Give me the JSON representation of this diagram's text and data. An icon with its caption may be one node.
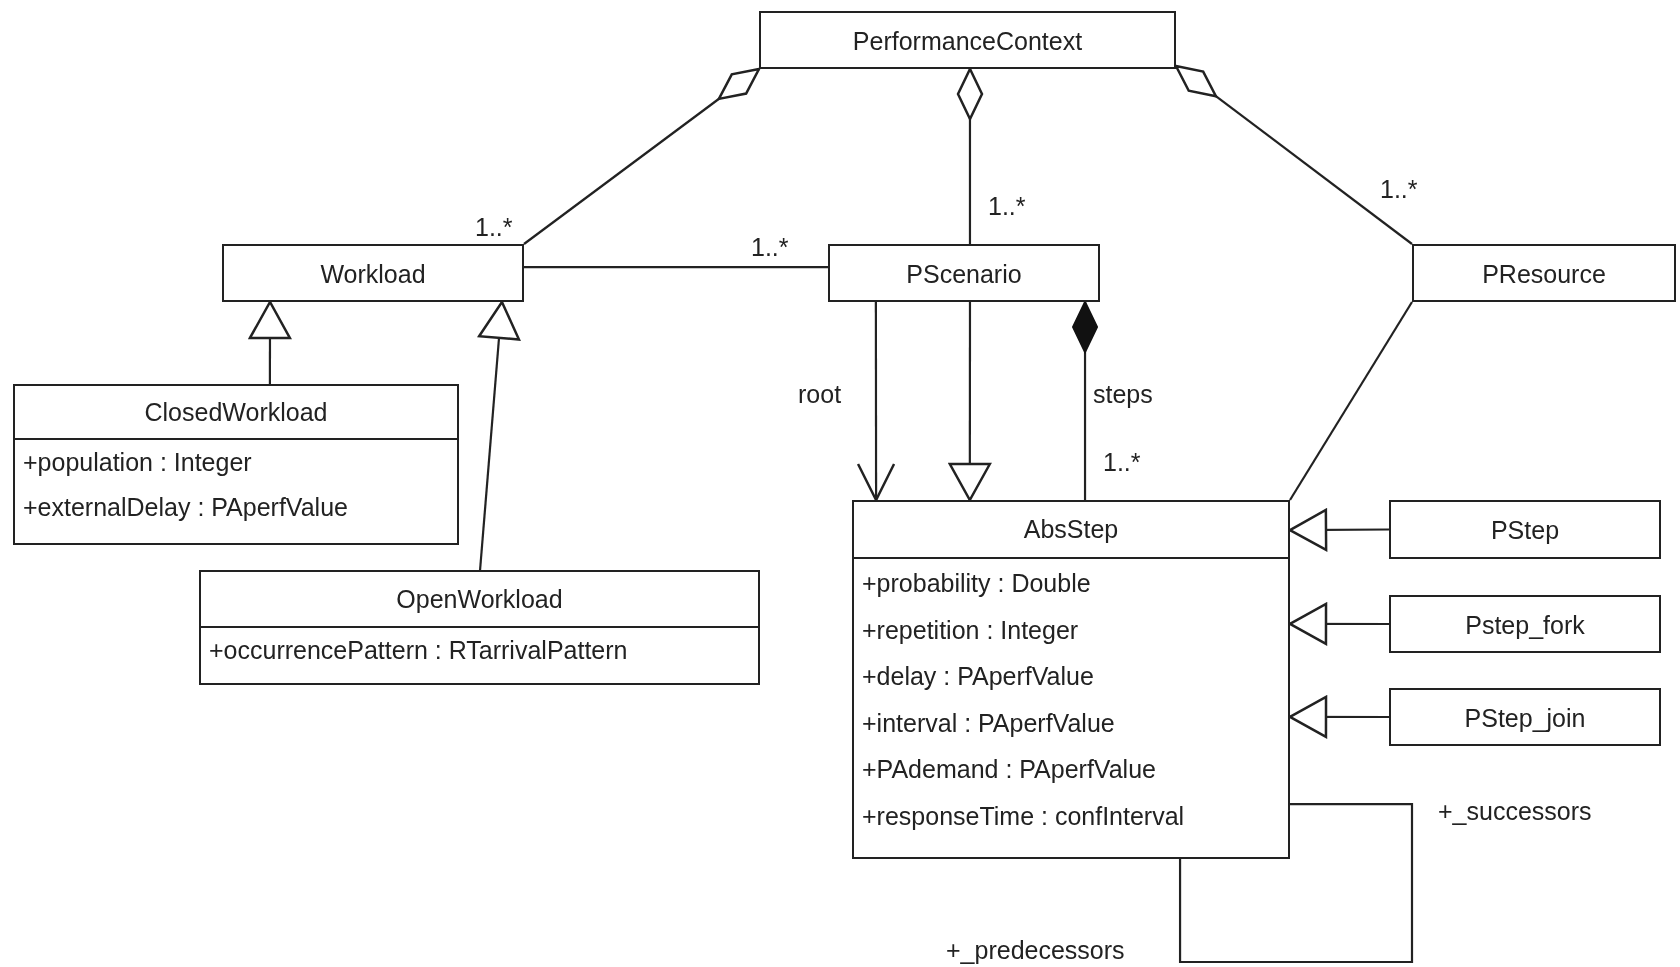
{
  "diagram": {
    "nodes": [
      {
        "text": [
          "PerformanceContext"
        ]
      },
      {
        "text": [
          "Workload"
        ]
      },
      {
        "text": [
          "PScenario"
        ]
      },
      {
        "text": [
          "PResource"
        ]
      },
      {
        "text": [
          "ClosedWorkload",
          "+population : Integer",
          "+externalDelay : PAperfValue"
        ]
      },
      {
        "text": [
          "OpenWorkload",
          "+occurrencePattern : RTarrivalPattern"
        ]
      },
      {
        "text": [
          "AbsStep",
          "+probability : Double",
          "+repetition : Integer",
          "+delay : PAperfValue",
          "+interval : PAperfValue",
          "+PAdemand : PAperfValue",
          "+responseTime : confInterval"
        ]
      },
      {
        "text": [
          "PStep"
        ]
      },
      {
        "text": [
          "Pstep_fork"
        ]
      },
      {
        "text": [
          "PStep_join"
        ]
      }
    ],
    "edges": [
      {
        "from": 1,
        "to": 0,
        "arrow": "other",
        "label": "1..*"
      },
      {
        "from": 2,
        "to": 0,
        "arrow": "other",
        "label": "1..*"
      },
      {
        "from": 3,
        "to": 0,
        "arrow": "other",
        "label": "1..*"
      },
      {
        "from": 1,
        "to": 2,
        "arrow": "none",
        "label": "1..*"
      },
      {
        "from": 4,
        "to": 1,
        "arrow": "to"
      },
      {
        "from": 5,
        "to": 1,
        "arrow": "to"
      },
      {
        "from": 2,
        "to": 6,
        "arrow": "to",
        "label": "root"
      },
      {
        "from": 2,
        "to": 6,
        "arrow": "to"
      },
      {
        "from": 6,
        "to": 2,
        "arrow": "other",
        "label": "steps"
      },
      {
        "from": 3,
        "to": 6,
        "arrow": "none"
      },
      {
        "from": 7,
        "to": 6,
        "arrow": "to"
      },
      {
        "from": 8,
        "to": 6,
        "arrow": "to"
      },
      {
        "from": 9,
        "to": 6,
        "arrow": "to"
      },
      {
        "from": 6,
        "to": 6,
        "arrow": "none",
        "label": "+_successors"
      }
    ],
    "labels": [
      "1..*",
      "+_predecessors"
    ]
  }
}
